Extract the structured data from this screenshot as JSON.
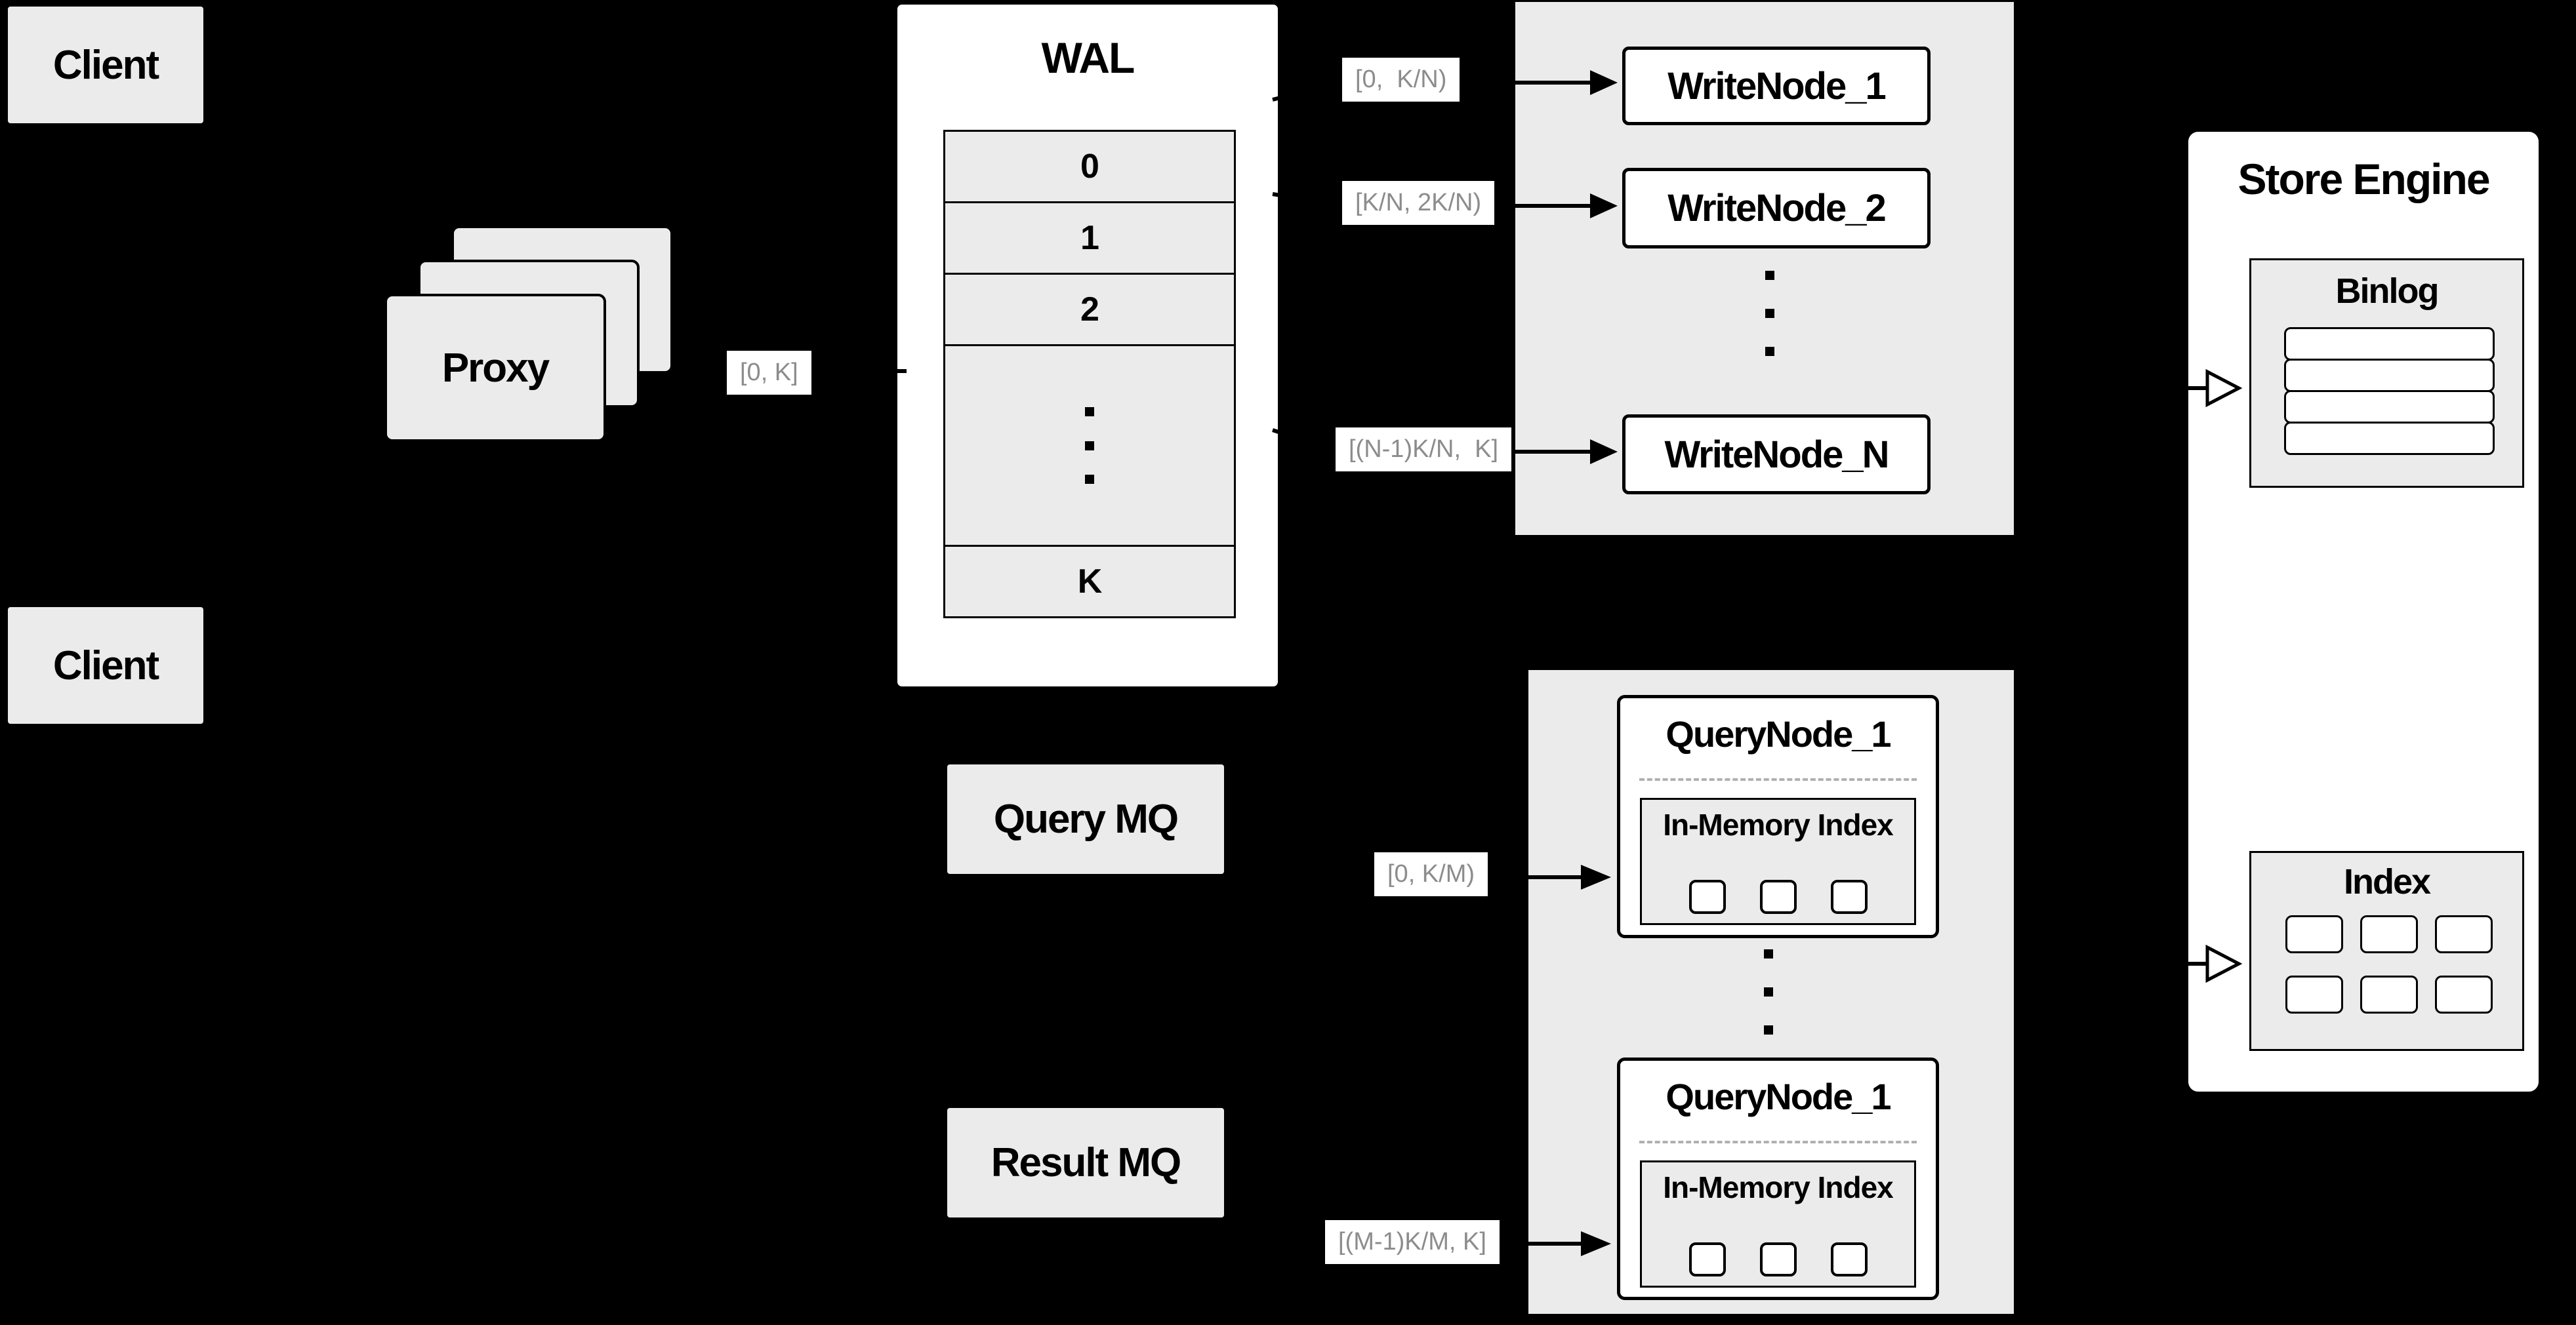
{
  "meta": {
    "dots": 3
  },
  "colors": {
    "background": "#000000",
    "panel_gray": "#ebebeb",
    "panel_white": "#ffffff",
    "stroke": "#000000",
    "range_text": "#8c8c8c",
    "dash_line": "#b0b0b0"
  },
  "clients": {
    "top_label": "Client",
    "bottom_label": "Client"
  },
  "proxy": {
    "label": "Proxy",
    "range_label": "[0, K]"
  },
  "wal": {
    "title": "WAL",
    "row_labels": [
      "0",
      "1",
      "2"
    ],
    "last_row_label": "K"
  },
  "write_section": {
    "range_labels": [
      "[0,  K/N)",
      "[K/N, 2K/N)",
      "[(N-1)K/N,  K]"
    ],
    "node_labels": [
      "WriteNode_1",
      "WriteNode_2",
      "WriteNode_N"
    ]
  },
  "query_section": {
    "range_labels": [
      "[0, K/M)",
      "[(M-1)K/M, K]"
    ],
    "nodes": [
      {
        "title": "QueryNode_1",
        "inner_title": "In-Memory Index"
      },
      {
        "title": "QueryNode_1",
        "inner_title": "In-Memory Index"
      }
    ],
    "inmem_cells": 3
  },
  "mq": {
    "query_label": "Query MQ",
    "result_label": "Result MQ"
  },
  "store_engine": {
    "title": "Store Engine",
    "binlog_title": "Binlog",
    "index_title": "Index",
    "binlog_rows": 4,
    "index_cells": 6
  }
}
